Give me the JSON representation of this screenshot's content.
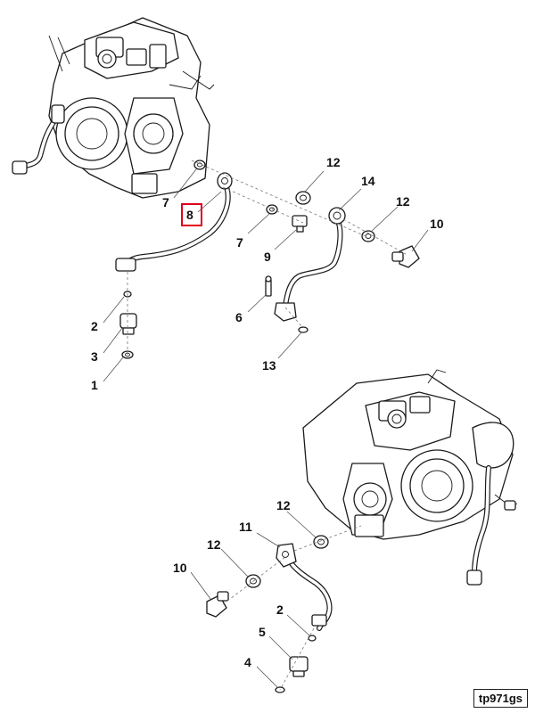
{
  "callouts": {
    "c1": "1",
    "c2a": "2",
    "c2b": "2",
    "c3": "3",
    "c4": "4",
    "c5": "5",
    "c6": "6",
    "c7a": "7",
    "c7b": "7",
    "c8": "8",
    "c9": "9",
    "c10a": "10",
    "c10b": "10",
    "c11": "11",
    "c12a": "12",
    "c12b": "12",
    "c12c": "12",
    "c12d": "12",
    "c13": "13",
    "c14": "14"
  },
  "highlighted_callout": "8",
  "highlight_color": "#e0001b",
  "reference_code": "tp971gs"
}
